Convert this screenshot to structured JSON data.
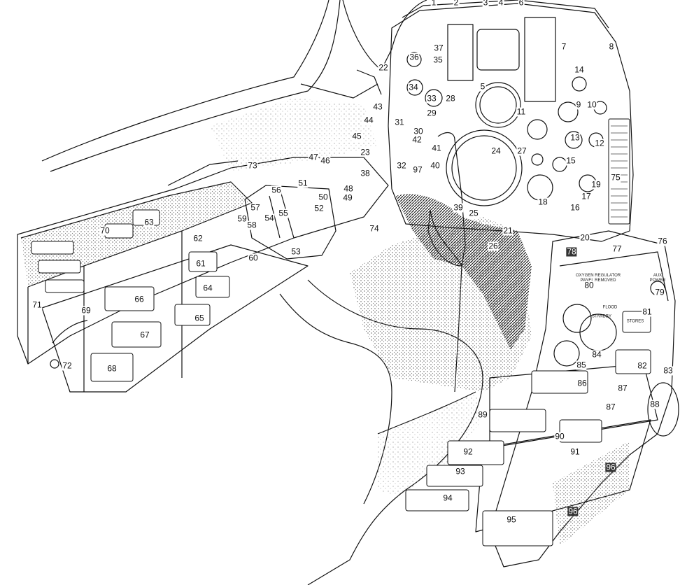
{
  "colors": {
    "ink": "#111111",
    "paper": "#ffffff",
    "stipple": "#9a9a9a",
    "dark_fill": "#2a2a2a"
  },
  "panel_text": {
    "oxygen_regulator": "OXYGEN REGULATOR\nPANEL REMOVED",
    "stores": "STORES",
    "flood": "FLOOD",
    "aux_power": "AUX\nPOWER",
    "standby": "STANDBY"
  },
  "callouts": [
    "1",
    "2",
    "3",
    "4",
    "6",
    "7",
    "8",
    "9",
    "10",
    "11",
    "12",
    "13",
    "14",
    "15",
    "16",
    "17",
    "18",
    "19",
    "20",
    "21",
    "22",
    "23",
    "24",
    "25",
    "26",
    "27",
    "28",
    "29",
    "30",
    "31",
    "32",
    "33",
    "34",
    "35",
    "36",
    "37",
    "38",
    "39",
    "40",
    "41",
    "42",
    "43",
    "44",
    "45",
    "46",
    "47",
    "48",
    "49",
    "50",
    "51",
    "52",
    "53",
    "54",
    "55",
    "56",
    "57",
    "58",
    "59",
    "60",
    "61",
    "62",
    "63",
    "64",
    "65",
    "66",
    "67",
    "68",
    "69",
    "70",
    "71",
    "72",
    "73",
    "74",
    "75",
    "76",
    "77",
    "78",
    "79",
    "80",
    "81",
    "82",
    "83",
    "84",
    "85",
    "86",
    "87",
    "87",
    "88",
    "89",
    "90",
    "91",
    "92",
    "93",
    "94",
    "95",
    "96",
    "96",
    "97",
    "5"
  ]
}
